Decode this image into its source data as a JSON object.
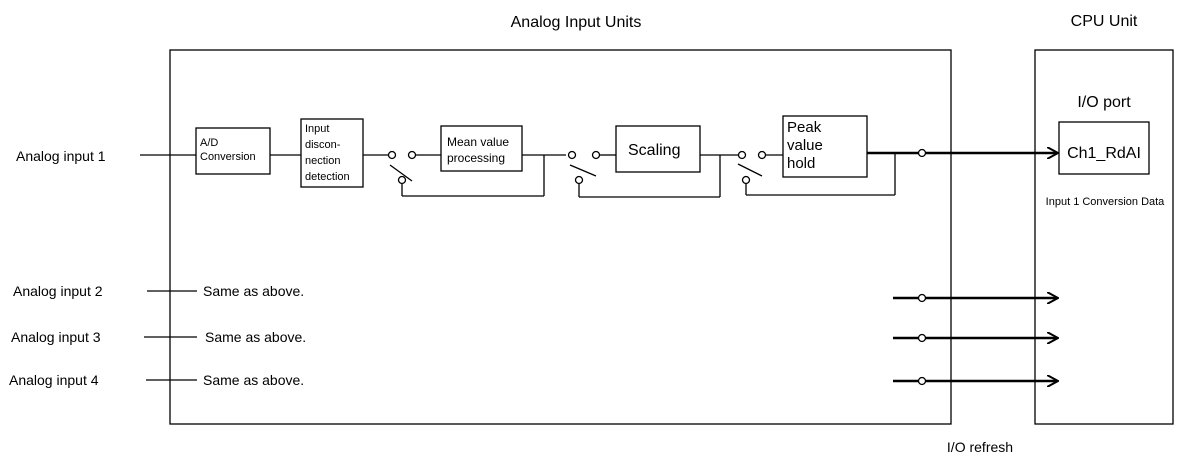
{
  "headers": {
    "analog_units": "Analog Input Units",
    "cpu_unit": "CPU Unit",
    "io_refresh": "I/O refresh"
  },
  "inputs": [
    {
      "label": "Analog input 1"
    },
    {
      "label": "Analog input 2",
      "note": "Same as above."
    },
    {
      "label": "Analog input 3",
      "note": "Same as above."
    },
    {
      "label": "Analog input 4",
      "note": "Same as above."
    }
  ],
  "blocks": {
    "ad": [
      "A/D",
      "Conversion"
    ],
    "disconnect": [
      "Input",
      "discon-",
      "nection",
      "detection"
    ],
    "mean": [
      "Mean value",
      "processing"
    ],
    "scaling": "Scaling",
    "peak": [
      "Peak",
      "value",
      "hold"
    ]
  },
  "cpu": {
    "io_port": "I/O port",
    "register": "Ch1_RdAI",
    "register_caption": "Input 1 Conversion Data"
  }
}
